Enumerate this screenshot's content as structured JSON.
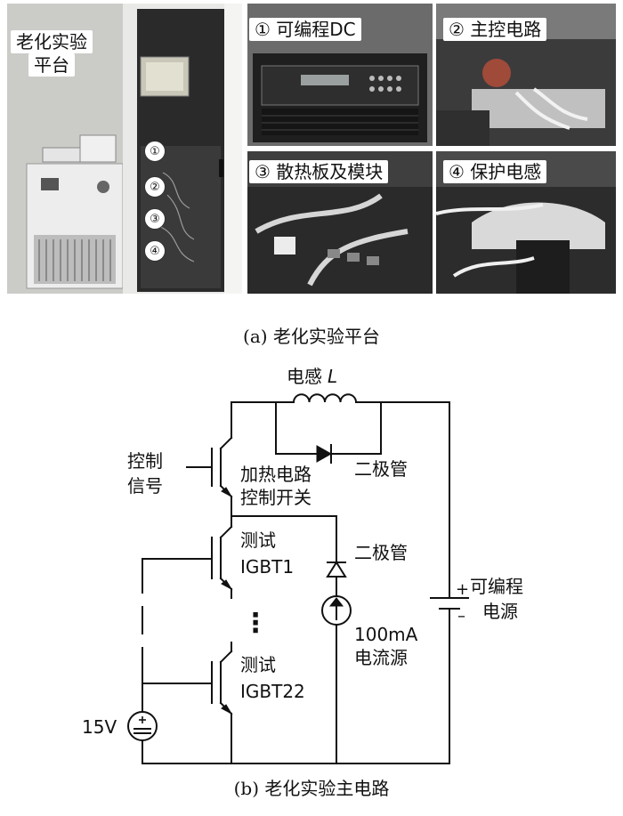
{
  "figure_a": {
    "main_label_line1": "老化实验",
    "main_label_line2": "平台",
    "markers": [
      "①",
      "②",
      "③",
      "④"
    ],
    "photo_labels": {
      "dc": "① 可编程DC",
      "control": "② 主控电路",
      "heatsink": "③ 散热板及模块",
      "inductor": "④ 保护电感"
    },
    "caption": "(a) 老化实验平台"
  },
  "figure_b": {
    "inductor_label": "电感",
    "inductor_symbol": "L",
    "control_signal_line1": "控制",
    "control_signal_line2": "信号",
    "switch_label_line1": "加热电路",
    "switch_label_line2": "控制开关",
    "diode_top_label": "二极管",
    "diode_mid_label": "二极管",
    "test_igbt1_line1": "测试",
    "test_igbt1_line2": "IGBT1",
    "test_igbt22_line1": "测试",
    "test_igbt22_line2": "IGBT22",
    "current_source_line1": "100mA",
    "current_source_line2": "电流源",
    "supply_label_line1": "可编程",
    "supply_label_line2": "电源",
    "supply_plus": "+",
    "supply_minus": "–",
    "gate_source_label": "15V",
    "ellipsis": "⋮",
    "caption": "(b) 老化实验主电路"
  }
}
